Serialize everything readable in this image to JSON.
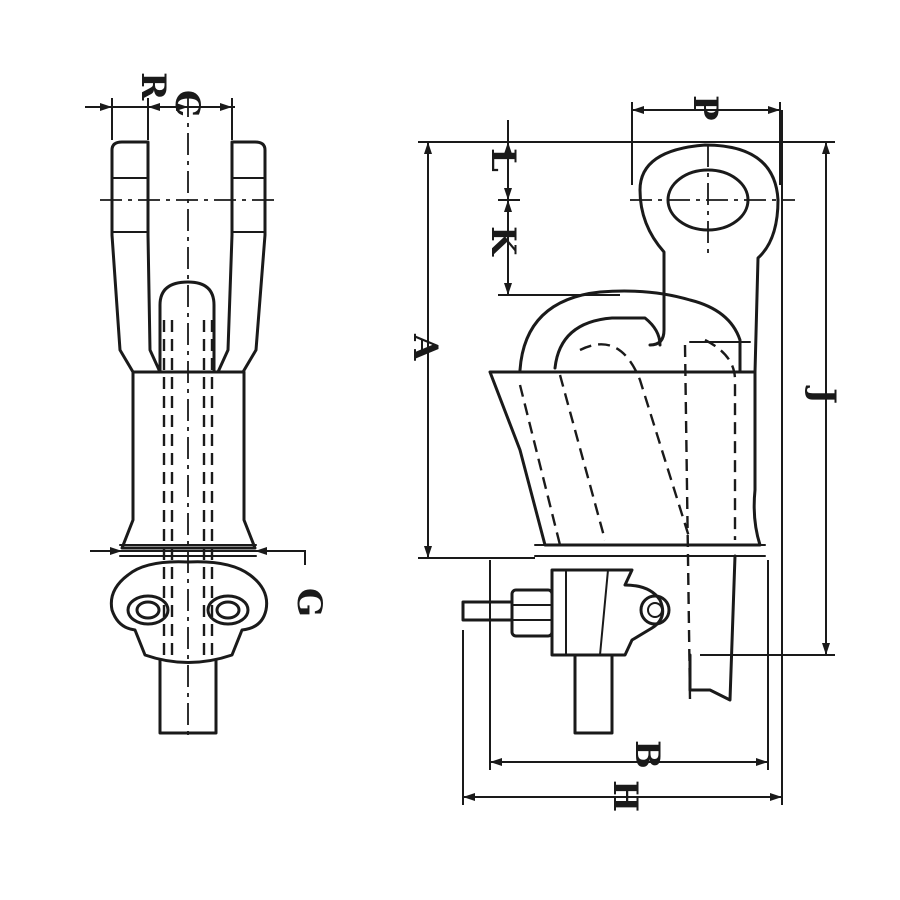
{
  "drawing": {
    "dimension_labels": {
      "R": "R",
      "C": "C",
      "G": "G",
      "P": "P",
      "L": "L",
      "K": "K",
      "A": "A",
      "J": "J",
      "B": "B",
      "H": "H"
    }
  }
}
